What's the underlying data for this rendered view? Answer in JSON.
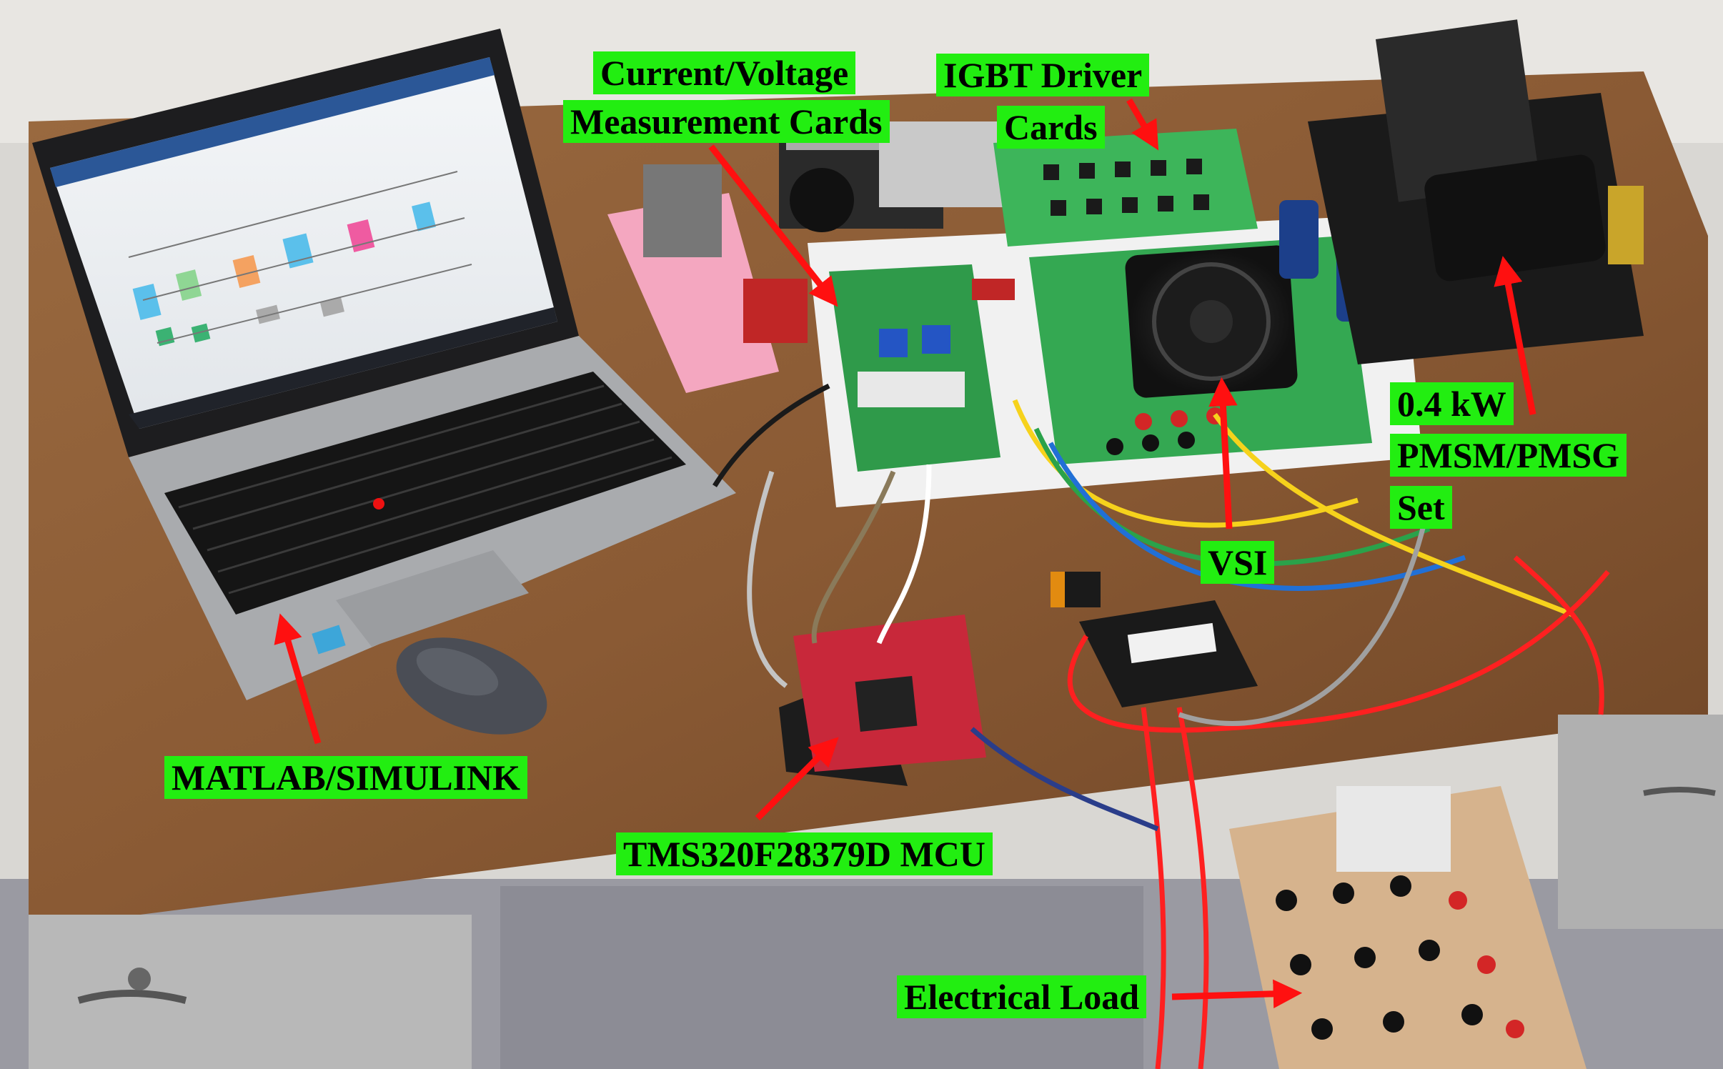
{
  "labels": {
    "current_voltage_line1": "Current/Voltage",
    "current_voltage_line2": "Measurement Cards",
    "igbt_line1": "IGBT Driver",
    "igbt_line2": "Cards",
    "motor_line1": "0.4 kW",
    "motor_line2": "PMSM/PMSG",
    "motor_line3": "Set",
    "vsi": "VSI",
    "matlab": "MATLAB/SIMULINK",
    "mcu": "TMS320F28379D MCU",
    "load": "Electrical Load"
  },
  "colors": {
    "label_bg": "#22ee11",
    "arrow": "#ff1010",
    "desk": "#8a5a34",
    "floor": "#9a9aa2"
  }
}
